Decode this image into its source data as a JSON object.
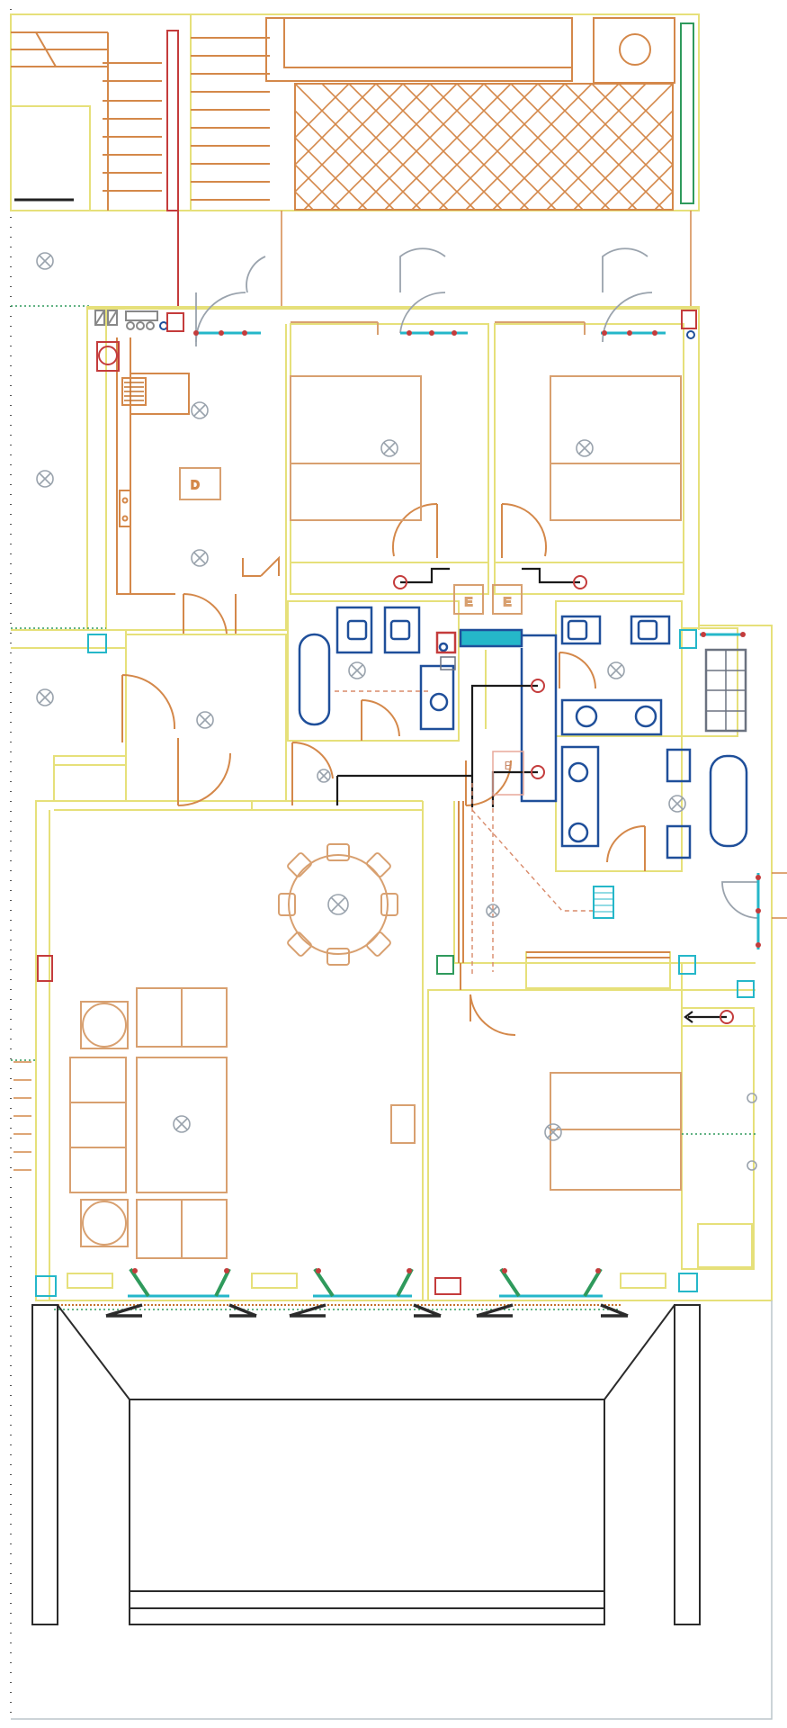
{
  "labels": {
    "kitchen_mark": "D",
    "hall_mark_1": "E",
    "hall_mark_2": "E",
    "corridor_mark": "B"
  },
  "colors": {
    "wall": "#e6e07a",
    "furniture": "#d4884a",
    "sanitary": "#1f4f9a",
    "cyan": "#25b7c9",
    "red": "#c43c3c",
    "green": "#2f9a5c",
    "grey": "#9aa3ad",
    "wiring": "#1a1a1a",
    "pergola": "#2b2b2b"
  },
  "symbols": {
    "ceiling_light": "ceiling-light-icon",
    "socket": "socket-icon",
    "window": "window-icon",
    "door_swing": "door-swing-icon"
  }
}
